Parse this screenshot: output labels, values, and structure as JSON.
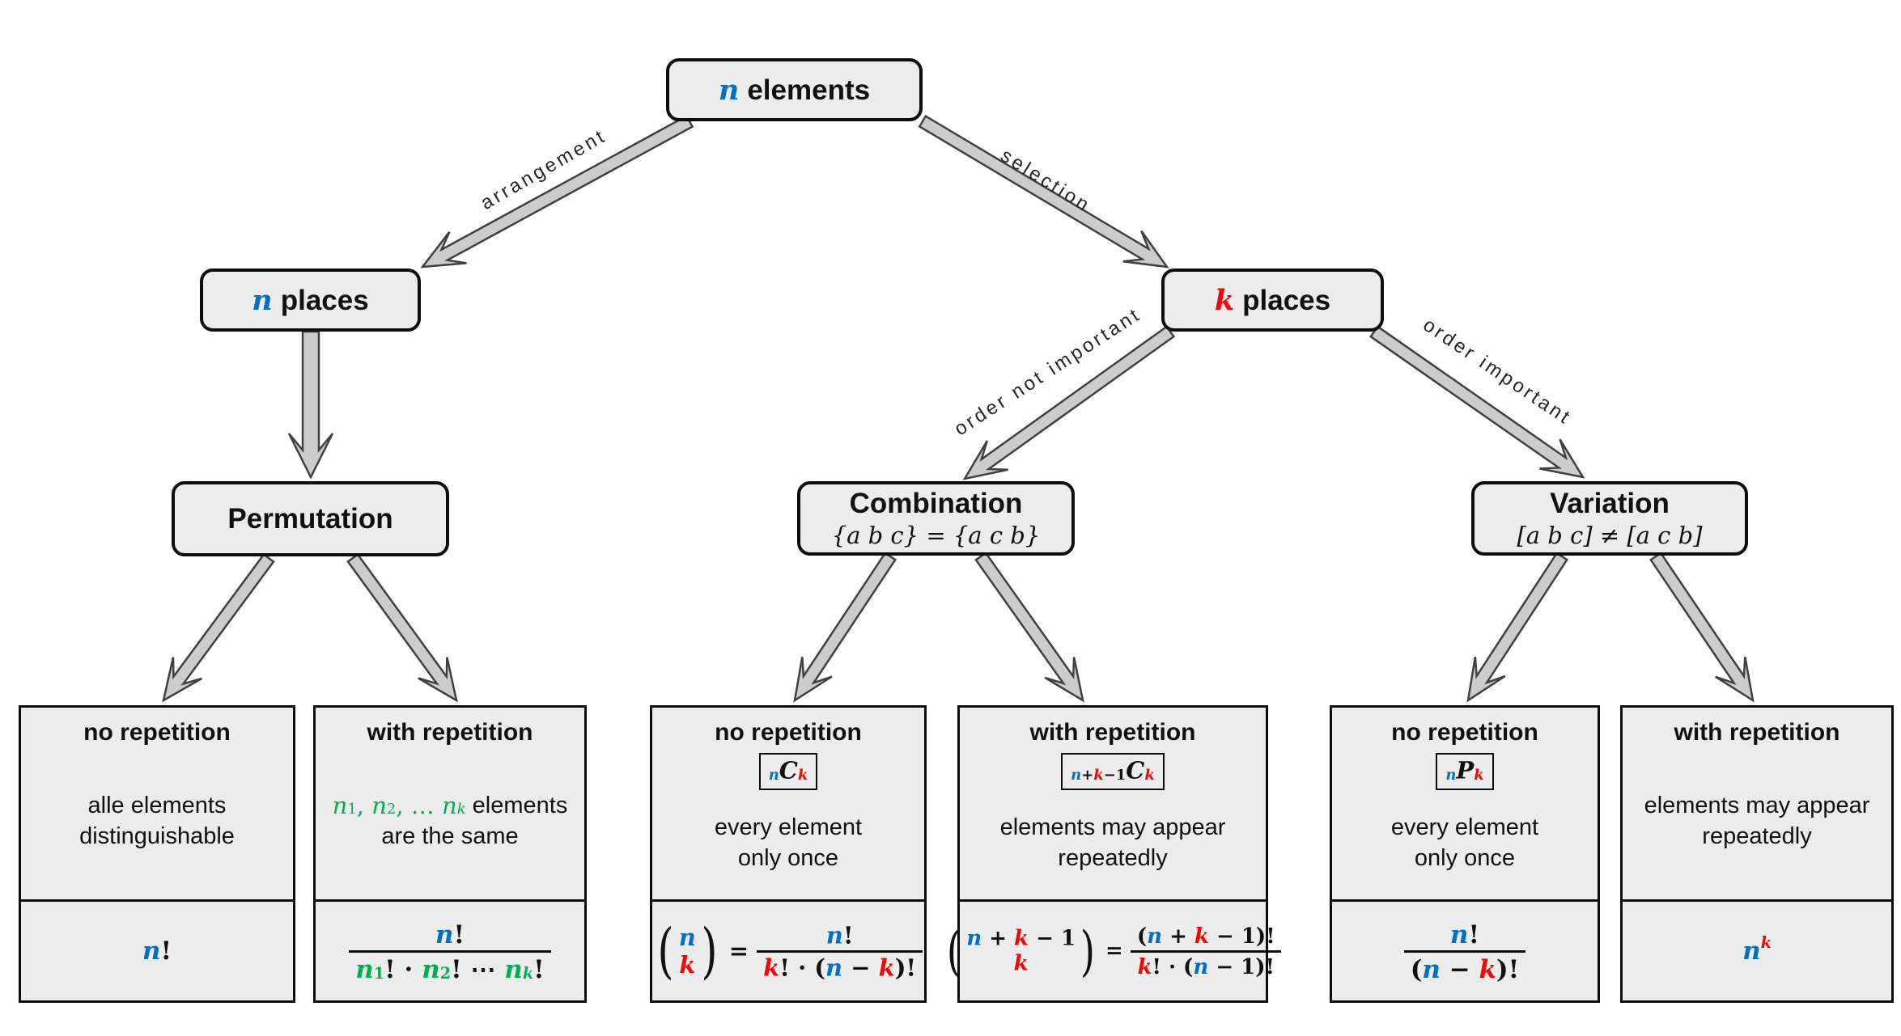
{
  "colors": {
    "blue": "#0070C0",
    "red": "#FF0000",
    "green": "#00B050",
    "box_fill": "#ECECEC",
    "box_border": "#0D0D0D",
    "arrow_fill": "#CCCCCC",
    "arrow_stroke": "#404040",
    "label_text": "#262626"
  },
  "nodes": {
    "n_elements": {
      "var": "n",
      "text": "elements"
    },
    "n_places": {
      "var": "n",
      "text": "places"
    },
    "k_places": {
      "var": "k",
      "text": "places"
    },
    "permutation": {
      "title": "Permutation"
    },
    "combination": {
      "title": "Combination",
      "subtitle": "{a b c} = {a c b}"
    },
    "variation": {
      "title": "Variation",
      "subtitle": "[a b c] ≠ [a c b]"
    }
  },
  "edges": {
    "arrangement": "arrangement",
    "selection": "selection",
    "order_not_important": "order not important",
    "order_important": "order important"
  },
  "leaves": [
    {
      "heading": "no repetition",
      "desc": [
        [
          {
            "x": "alle elements",
            "sf": true
          }
        ],
        [
          {
            "x": "distinguishable",
            "sf": true
          }
        ]
      ],
      "formula": [
        {
          "x": "n",
          "c": "blue"
        },
        {
          "x": "!",
          "rm": true
        }
      ]
    },
    {
      "heading": "with repetition",
      "desc": [
        [
          {
            "x": "n",
            "c": "green"
          },
          {
            "x": "1",
            "c": "green",
            "sub": true,
            "rm": true
          },
          {
            "x": ", ",
            "c": "green",
            "rm": true
          },
          {
            "x": "n",
            "c": "green"
          },
          {
            "x": "2",
            "c": "green",
            "sub": true,
            "rm": true
          },
          {
            "x": ", … ",
            "c": "green",
            "rm": true
          },
          {
            "x": "n",
            "c": "green"
          },
          {
            "x": "k",
            "c": "green",
            "sub": true
          },
          {
            "x": " elements",
            "sf": true
          }
        ],
        [
          {
            "x": "are the same",
            "sf": true
          }
        ]
      ],
      "formula": [
        {
          "frac": {
            "num": [
              {
                "x": "n",
                "c": "blue"
              },
              {
                "x": "!",
                "rm": true
              }
            ],
            "den": [
              {
                "x": "n",
                "c": "green"
              },
              {
                "x": "1",
                "c": "green",
                "sub": true,
                "rm": true
              },
              {
                "x": "!",
                "rm": true
              },
              {
                "x": " · ",
                "rm": true
              },
              {
                "x": "n",
                "c": "green"
              },
              {
                "x": "2",
                "c": "green",
                "sub": true,
                "rm": true
              },
              {
                "x": "!",
                "rm": true
              },
              {
                "x": " ⋯ ",
                "rm": true
              },
              {
                "x": "n",
                "c": "green"
              },
              {
                "x": "k",
                "c": "green",
                "sub": true
              },
              {
                "x": "!",
                "rm": true
              }
            ]
          }
        }
      ]
    },
    {
      "heading": "no repetition",
      "badge": [
        {
          "x": "n",
          "c": "blue",
          "sub": true
        },
        {
          "x": "C"
        },
        {
          "x": "k",
          "c": "red",
          "sub": true
        }
      ],
      "desc": [
        [
          {
            "x": "every element",
            "sf": true
          }
        ],
        [
          {
            "x": "only once",
            "sf": true
          }
        ]
      ],
      "formula": [
        {
          "binom": {
            "top": [
              {
                "x": "n",
                "c": "blue"
              }
            ],
            "bot": [
              {
                "x": "k",
                "c": "red"
              }
            ]
          }
        },
        {
          "x": " = ",
          "rm": true
        },
        {
          "frac": {
            "num": [
              {
                "x": "n",
                "c": "blue"
              },
              {
                "x": "!",
                "rm": true
              }
            ],
            "den": [
              {
                "x": "k",
                "c": "red"
              },
              {
                "x": "!",
                "rm": true
              },
              {
                "x": " · (",
                "rm": true
              },
              {
                "x": "n",
                "c": "blue"
              },
              {
                "x": " − ",
                "rm": true
              },
              {
                "x": "k",
                "c": "red"
              },
              {
                "x": ")!",
                "rm": true
              }
            ]
          }
        }
      ]
    },
    {
      "heading": "with repetition",
      "badge": [
        {
          "x": "n",
          "c": "blue",
          "sub": true
        },
        {
          "x": "+",
          "rm": true,
          "sub": true
        },
        {
          "x": "k",
          "c": "red",
          "sub": true
        },
        {
          "x": "−1",
          "rm": true,
          "sub": true
        },
        {
          "x": "C"
        },
        {
          "x": "k",
          "c": "red",
          "sub": true
        }
      ],
      "desc": [
        [
          {
            "x": "elements may appear",
            "sf": true
          }
        ],
        [
          {
            "x": "repeatedly",
            "sf": true
          }
        ]
      ],
      "formula": [
        {
          "binom": {
            "top": [
              {
                "x": "n",
                "c": "blue"
              },
              {
                "x": " + ",
                "rm": true
              },
              {
                "x": "k",
                "c": "red"
              },
              {
                "x": " − 1",
                "rm": true
              }
            ],
            "bot": [
              {
                "x": "k",
                "c": "red"
              }
            ]
          }
        },
        {
          "x": " = ",
          "rm": true
        },
        {
          "frac": {
            "num": [
              {
                "x": "(",
                "rm": true
              },
              {
                "x": "n",
                "c": "blue"
              },
              {
                "x": " + ",
                "rm": true
              },
              {
                "x": "k",
                "c": "red"
              },
              {
                "x": " − 1",
                "rm": true
              },
              {
                "x": ")!",
                "rm": true
              }
            ],
            "den": [
              {
                "x": "k",
                "c": "red"
              },
              {
                "x": "!",
                "rm": true
              },
              {
                "x": " · (",
                "rm": true
              },
              {
                "x": "n",
                "c": "blue"
              },
              {
                "x": " − 1",
                "rm": true
              },
              {
                "x": ")!",
                "rm": true
              }
            ]
          }
        }
      ]
    },
    {
      "heading": "no repetition",
      "badge": [
        {
          "x": "n",
          "c": "blue",
          "sub": true
        },
        {
          "x": "P"
        },
        {
          "x": "k",
          "c": "red",
          "sub": true
        }
      ],
      "desc": [
        [
          {
            "x": "every element",
            "sf": true
          }
        ],
        [
          {
            "x": "only once",
            "sf": true
          }
        ]
      ],
      "formula": [
        {
          "frac": {
            "num": [
              {
                "x": "n",
                "c": "blue"
              },
              {
                "x": "!",
                "rm": true
              }
            ],
            "den": [
              {
                "x": "(",
                "rm": true
              },
              {
                "x": "n",
                "c": "blue"
              },
              {
                "x": " − ",
                "rm": true
              },
              {
                "x": "k",
                "c": "red"
              },
              {
                "x": ")!",
                "rm": true
              }
            ]
          }
        }
      ]
    },
    {
      "heading": "with repetition",
      "desc": [
        [
          {
            "x": "elements may appear",
            "sf": true
          }
        ],
        [
          {
            "x": "repeatedly",
            "sf": true
          }
        ]
      ],
      "formula": [
        {
          "x": "n",
          "c": "blue"
        },
        {
          "x": "k",
          "c": "red",
          "sup": true
        }
      ]
    }
  ]
}
